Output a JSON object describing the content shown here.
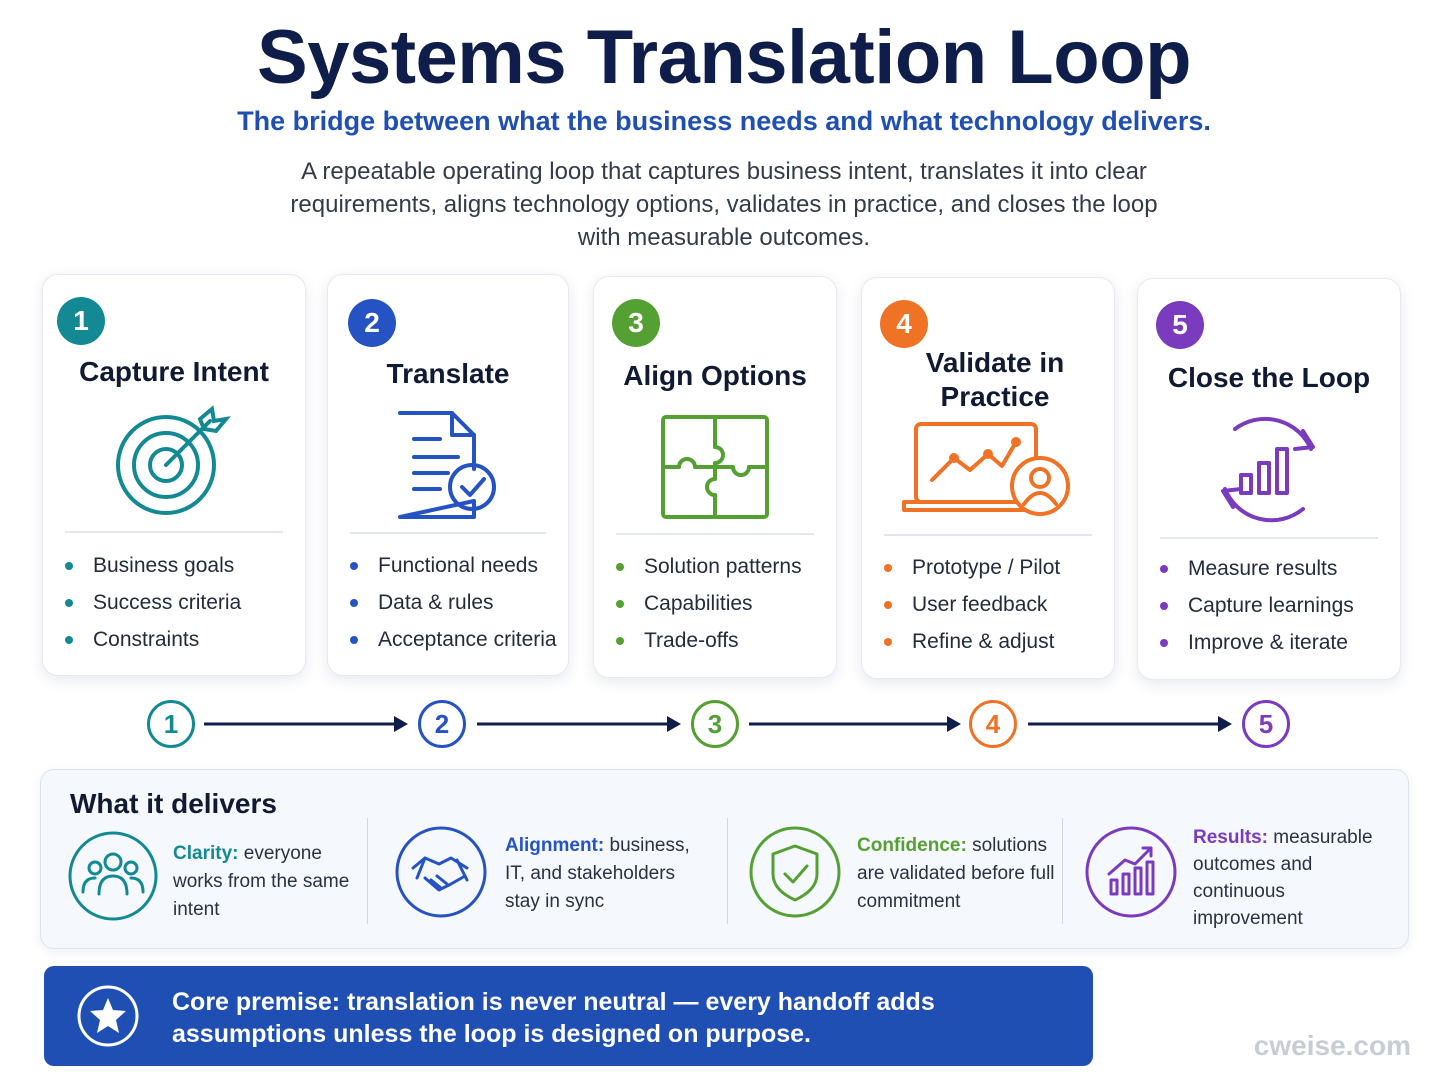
{
  "title": "Systems Translation Loop",
  "subtitle": "The bridge between what the business needs and what technology delivers.",
  "description": "A repeatable operating loop that captures business intent, translates it into clear requirements, aligns technology options, validates in practice, and closes the loop with measurable outcomes.",
  "colors": {
    "teal": "#138a93",
    "blue": "#2553c3",
    "green": "#55a032",
    "orange": "#f07225",
    "purple": "#7a3bbf",
    "navy": "#0f1d4a",
    "premise_bg": "#1f4fb3"
  },
  "stages": [
    {
      "number": "1",
      "title": "Capture Intent",
      "icon": "target-icon",
      "items": [
        "Business goals",
        "Success criteria",
        "Constraints"
      ]
    },
    {
      "number": "2",
      "title": "Translate",
      "icon": "document-check-icon",
      "items": [
        "Functional needs",
        "Data & rules",
        "Acceptance criteria"
      ]
    },
    {
      "number": "3",
      "title": "Align Options",
      "icon": "puzzle-icon",
      "items": [
        "Solution patterns",
        "Capabilities",
        "Trade-offs"
      ]
    },
    {
      "number": "4",
      "title": "Validate in Practice",
      "icon": "laptop-chart-user-icon",
      "items": [
        "Prototype / Pilot",
        "User feedback",
        "Refine & adjust"
      ]
    },
    {
      "number": "5",
      "title": "Close the Loop",
      "icon": "cycle-chart-icon",
      "items": [
        "Measure results",
        "Capture learnings",
        "Improve & iterate"
      ]
    }
  ],
  "flow_steps": [
    "1",
    "2",
    "3",
    "4",
    "5"
  ],
  "delivers": {
    "title": "What it delivers",
    "items": [
      {
        "label": "Clarity:",
        "text": "everyone works from the same intent",
        "icon": "people-group-icon"
      },
      {
        "label": "Alignment:",
        "text": "business, IT, and stakeholders stay in sync",
        "icon": "handshake-icon"
      },
      {
        "label": "Confidence:",
        "text": "solutions are validated before full commitment",
        "icon": "shield-check-icon"
      },
      {
        "label": "Results:",
        "text": "measurable outcomes and continuous improvement",
        "icon": "growth-chart-icon"
      }
    ]
  },
  "premise": "Core premise: translation is never neutral — every handoff adds assumptions unless the loop is designed on purpose.",
  "watermark": "cweise.com"
}
